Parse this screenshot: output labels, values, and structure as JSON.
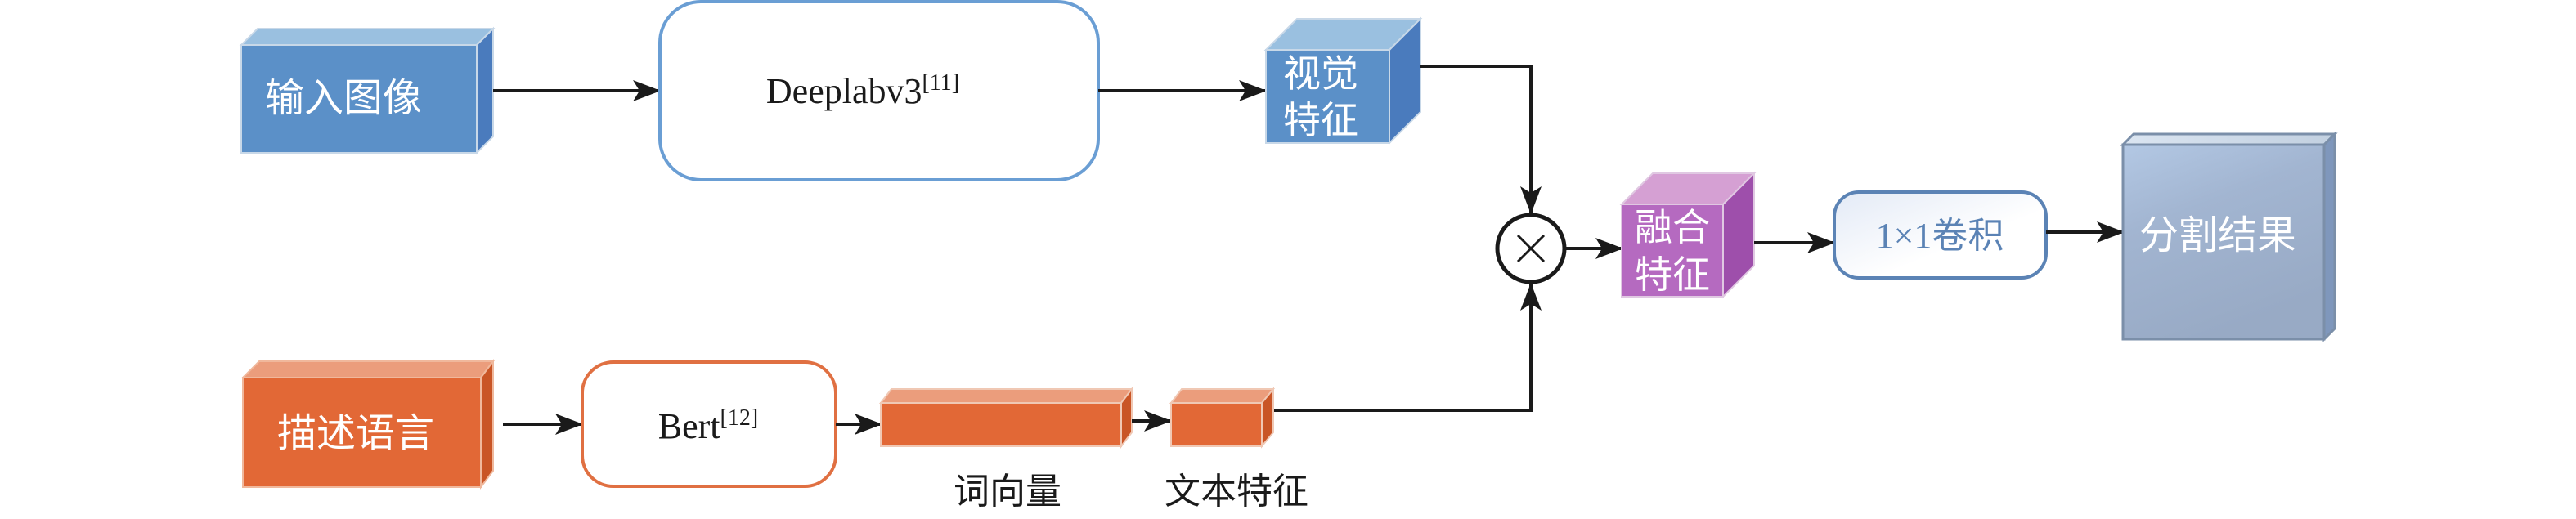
{
  "diagram": {
    "nodes": {
      "input_image": {
        "label": "输入图像"
      },
      "deeplab": {
        "label": "Deeplabv3",
        "ref": "[11]"
      },
      "visual_feature": {
        "line1": "视觉",
        "line2": "特征"
      },
      "multiply": {
        "symbol": "×"
      },
      "fused_feature": {
        "line1": "融合",
        "line2": "特征"
      },
      "conv": {
        "label": "1×1卷积"
      },
      "seg_result": {
        "label": "分割结果"
      },
      "description": {
        "label": "描述语言"
      },
      "bert": {
        "label": "Bert",
        "ref": "[12]"
      },
      "word_vector": {
        "caption": "词向量"
      },
      "text_feature": {
        "caption": "文本特征"
      }
    },
    "colors": {
      "blue_front": "#5b90c8",
      "blue_top": "#9ac0e0",
      "blue_side": "#4a7bbd",
      "blue_border": "#6a9ed4",
      "orange_front": "#e26836",
      "orange_top": "#eb9d7c",
      "orange_side": "#c95526",
      "orange_border": "#e07042",
      "purple_front": "#b56ac0",
      "purple_top": "#d5a0d3",
      "purple_side": "#9e4fab",
      "slate_front": "#a3b6d0",
      "slate_side": "#7f97bc",
      "slate_border": "#7b8fa9",
      "conv_text": "#5b83b5",
      "arrow": "#1a1a1a"
    }
  }
}
